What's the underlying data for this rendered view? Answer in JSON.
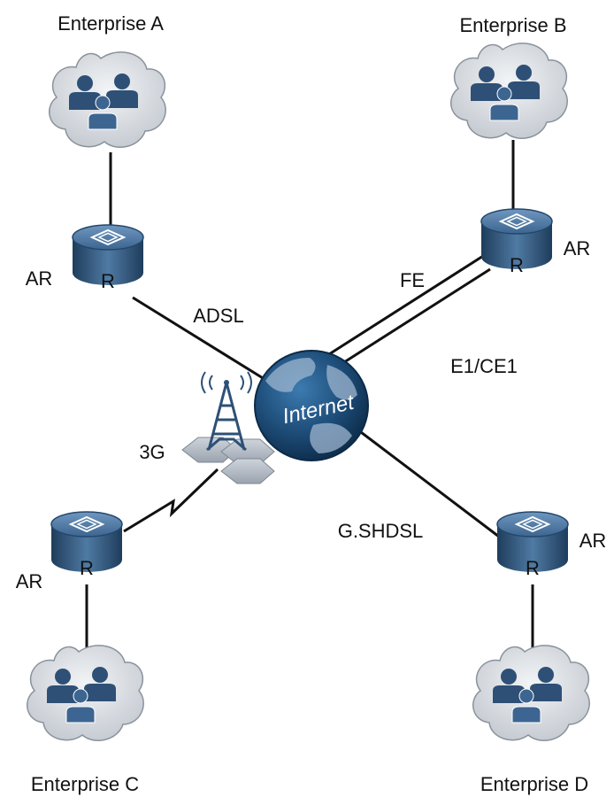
{
  "enterprises": {
    "a": "Enterprise A",
    "b": "Enterprise B",
    "c": "Enterprise C",
    "d": "Enterprise D"
  },
  "routers": {
    "router_glyph": "R",
    "a": "AR",
    "b": "AR",
    "c": "AR",
    "d": "AR"
  },
  "links": {
    "adsl": "ADSL",
    "fe": "FE",
    "e1": "E1/CE1",
    "g_shdsl": "G.SHDSL",
    "threeg": "3G"
  },
  "internet": {
    "label": "Internet"
  },
  "icons": {
    "enterprise": "people-cloud-icon",
    "router": "router-icon",
    "internet": "globe-icon",
    "tower": "wireless-tower-icon"
  },
  "colors": {
    "cloud_fill": "#d4d9e0",
    "router_fill": "#365b80",
    "globe_fill": "#1c4a75",
    "line": "#111111"
  }
}
